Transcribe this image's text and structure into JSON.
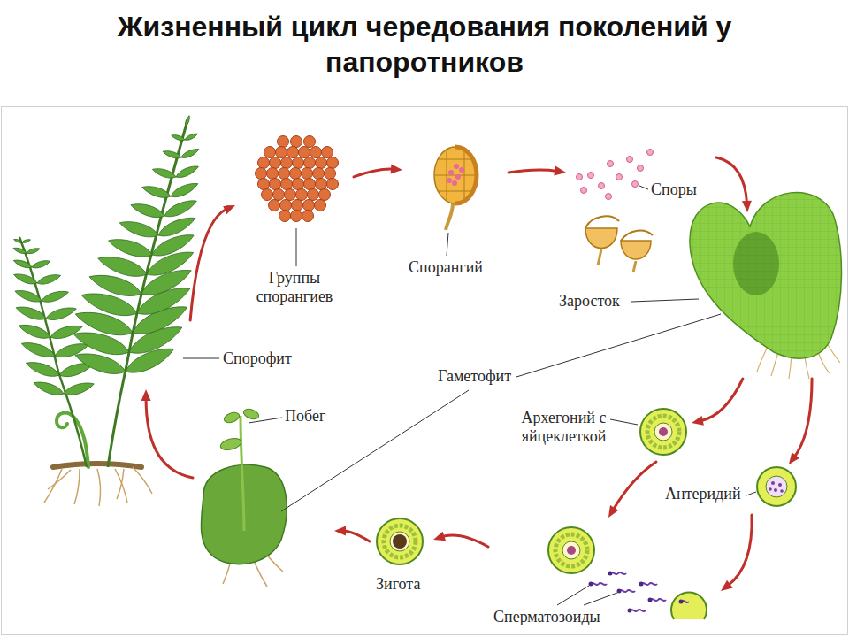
{
  "diagram": {
    "title": "Жизненный цикл чередования поколений у папоротников",
    "nodes": [
      {
        "text": [
          "Спорофит"
        ]
      },
      {
        "text": [
          "Группы спорангиев"
        ]
      },
      {
        "text": [
          "Спорангий"
        ]
      },
      {
        "text": [
          "Споры"
        ]
      },
      {
        "text": [
          "Заросток"
        ]
      },
      {
        "text": [
          "Архегоний с яйцеклеткой"
        ]
      },
      {
        "text": [
          "Антеридий"
        ]
      },
      {
        "text": [
          "Сперматозоиды"
        ]
      },
      {
        "text": [
          "Зигота"
        ]
      },
      {
        "text": [
          "Побег"
        ]
      }
    ],
    "edges": [
      {
        "from": 0,
        "to": 1,
        "arrow": "to"
      },
      {
        "from": 1,
        "to": 2,
        "arrow": "to"
      },
      {
        "from": 2,
        "to": 3,
        "arrow": "to"
      },
      {
        "from": 3,
        "to": 4,
        "arrow": "to"
      },
      {
        "from": 4,
        "to": 5,
        "arrow": "to"
      },
      {
        "from": 4,
        "to": 6,
        "arrow": "to"
      },
      {
        "from": 5,
        "to": 7,
        "arrow": "to"
      },
      {
        "from": 6,
        "to": 7,
        "arrow": "to"
      },
      {
        "from": 7,
        "to": 8,
        "arrow": "to"
      },
      {
        "from": 8,
        "to": 9,
        "arrow": "to"
      },
      {
        "from": 9,
        "to": 0,
        "arrow": "to"
      }
    ],
    "labels": [
      "Гаметофит"
    ]
  }
}
